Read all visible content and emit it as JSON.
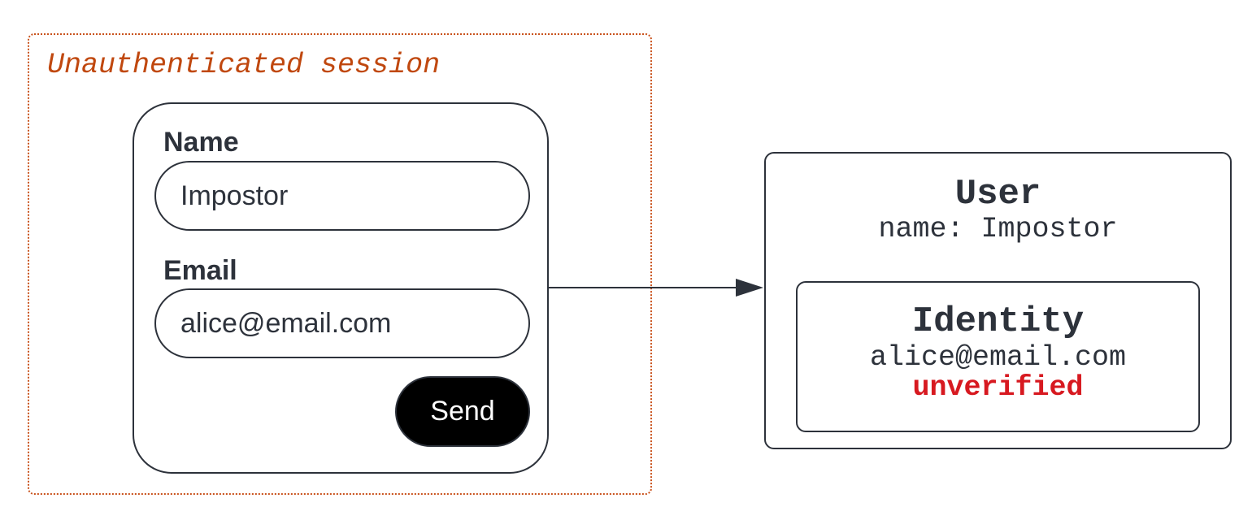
{
  "session": {
    "title": "Unauthenticated session"
  },
  "form": {
    "name_label": "Name",
    "name_value": "Impostor",
    "email_label": "Email",
    "email_value": "alice@email.com",
    "send_label": "Send"
  },
  "user": {
    "title": "User",
    "name_line": "name: Impostor"
  },
  "identity": {
    "title": "Identity",
    "email": "alice@email.com",
    "status": "unverified"
  },
  "colors": {
    "session_border": "#c9521c",
    "session_title": "#c0480f",
    "ink": "#2d323b",
    "status_unverified": "#d71920",
    "button_bg": "#000000",
    "button_text": "#ffffff"
  }
}
